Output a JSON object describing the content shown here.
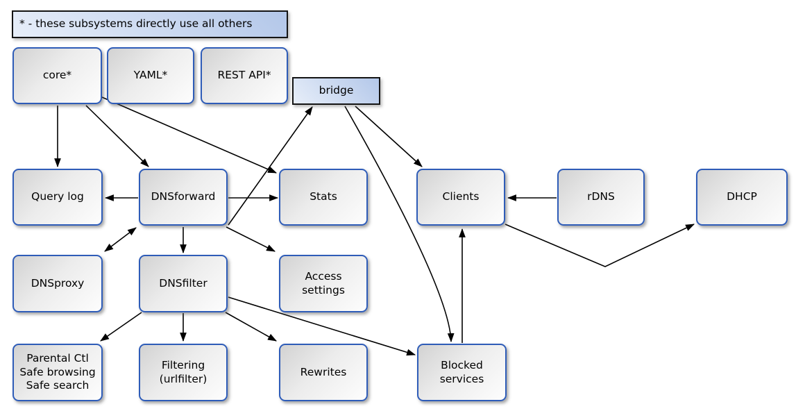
{
  "legend": {
    "label": "* - these subsystems directly use all others"
  },
  "nodes": {
    "core": {
      "label": "core*"
    },
    "yaml": {
      "label": "YAML*"
    },
    "rest_api": {
      "label": "REST API*"
    },
    "bridge": {
      "label": "bridge"
    },
    "query_log": {
      "label": "Query log"
    },
    "dnsforward": {
      "label": "DNSforward"
    },
    "stats": {
      "label": "Stats"
    },
    "clients": {
      "label": "Clients"
    },
    "rdns": {
      "label": "rDNS"
    },
    "dhcp": {
      "label": "DHCP"
    },
    "dnsproxy": {
      "label": "DNSproxy"
    },
    "dnsfilter": {
      "label": "DNSfilter"
    },
    "access_settings": {
      "label": "Access\nsettings"
    },
    "parental": {
      "label": "Parental Ctl\nSafe browsing\nSafe search"
    },
    "filtering": {
      "label": "Filtering\n(urlfilter)"
    },
    "rewrites": {
      "label": "Rewrites"
    },
    "blocked_services": {
      "label": "Blocked\nservices"
    }
  },
  "edges": [
    {
      "from": "core",
      "to": "query_log"
    },
    {
      "from": "core",
      "to": "dnsforward"
    },
    {
      "from": "core",
      "to": "stats"
    },
    {
      "from": "dnsforward",
      "to": "bridge"
    },
    {
      "from": "dnsforward",
      "to": "query_log"
    },
    {
      "from": "dnsforward",
      "to": "stats"
    },
    {
      "from": "dnsforward",
      "to": "dnsproxy",
      "bidirectional": true
    },
    {
      "from": "dnsforward",
      "to": "dnsfilter"
    },
    {
      "from": "dnsforward",
      "to": "access_settings"
    },
    {
      "from": "bridge",
      "to": "clients"
    },
    {
      "from": "bridge",
      "to": "blocked_services"
    },
    {
      "from": "blocked_services",
      "to": "clients"
    },
    {
      "from": "clients",
      "to": "dhcp"
    },
    {
      "from": "rdns",
      "to": "clients"
    },
    {
      "from": "dnsfilter",
      "to": "parental"
    },
    {
      "from": "dnsfilter",
      "to": "filtering"
    },
    {
      "from": "dnsfilter",
      "to": "rewrites"
    },
    {
      "from": "dnsfilter",
      "to": "blocked_services"
    }
  ],
  "colors": {
    "background": "#ffffff",
    "node_border": "#2e5cb8",
    "node_fill_dark": "#d2d2d2",
    "node_fill_light": "#fdfdfd",
    "accent_fill_light": "#e7eef9",
    "accent_fill_dark": "#b3c7e9",
    "accent_border": "#141414",
    "edge": "#000000"
  }
}
